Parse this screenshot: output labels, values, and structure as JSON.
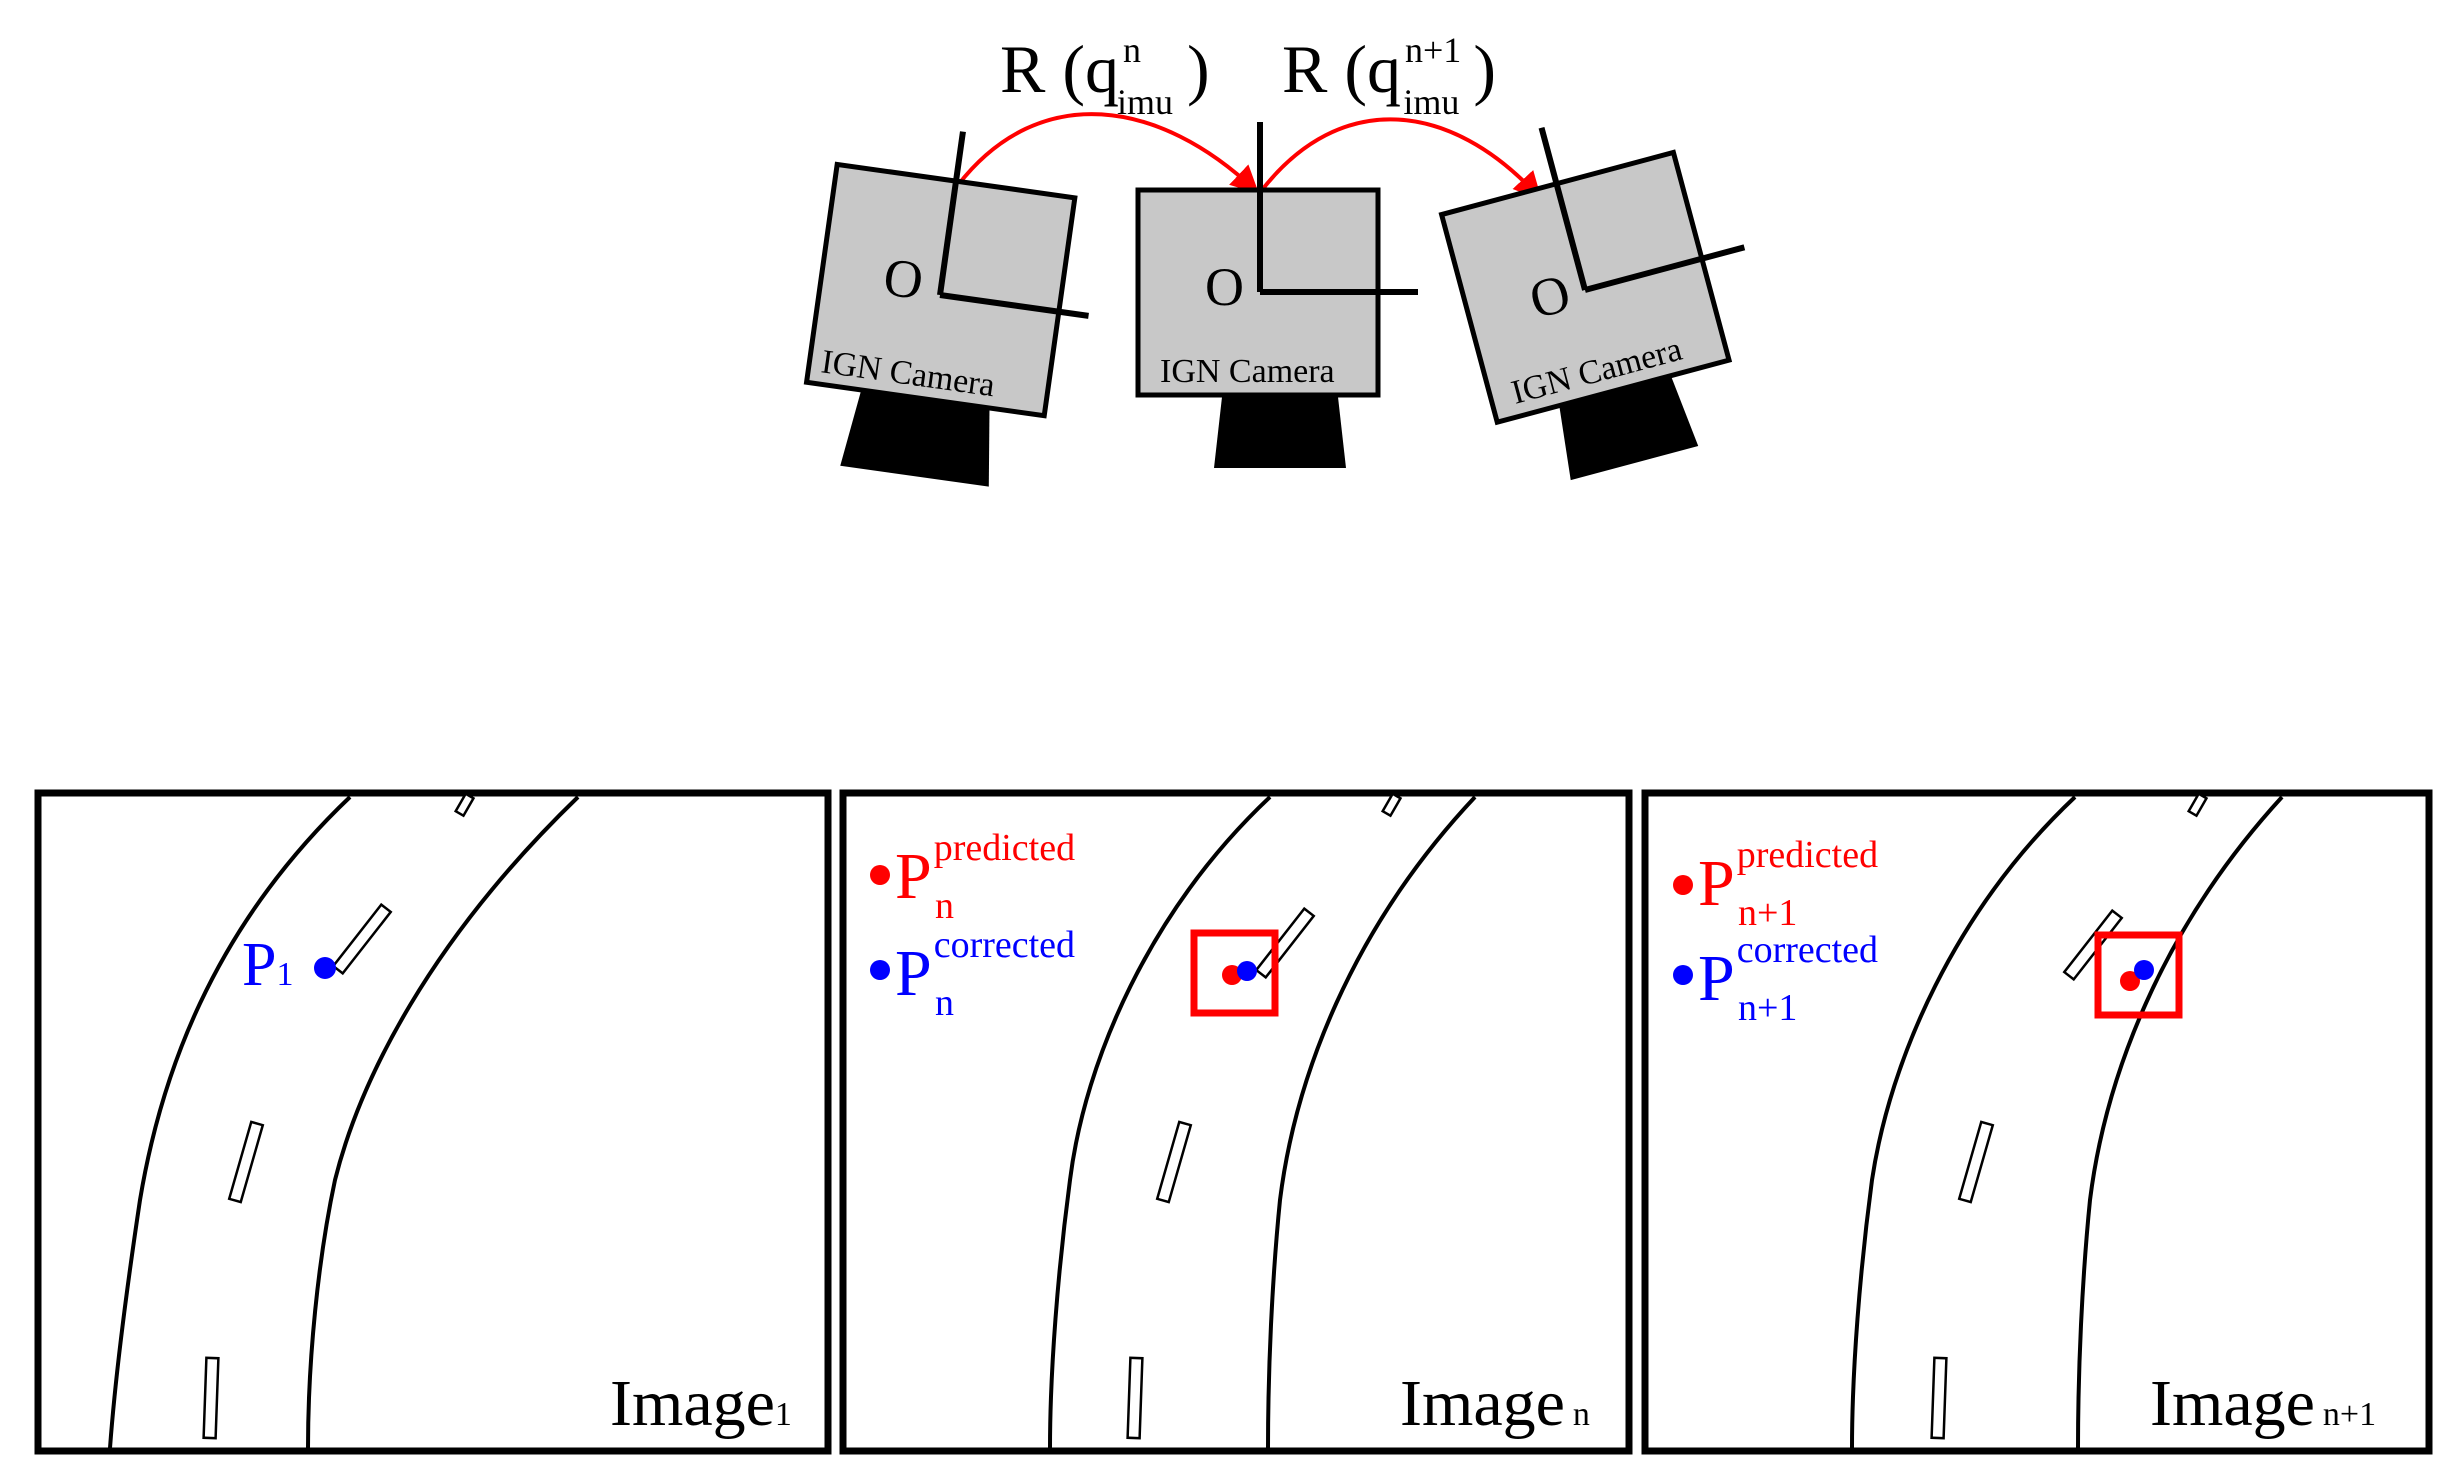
{
  "rotations": [
    {
      "base": "R (q",
      "sup": "n",
      "sub": "imu",
      "close": ")"
    },
    {
      "base": "R (q",
      "sup": "n+1",
      "sub": "imu",
      "close": ")"
    }
  ],
  "cameras": [
    {
      "origin_label": "O",
      "name": "IGN Camera",
      "rotation_deg": 8
    },
    {
      "origin_label": "O",
      "name": "IGN Camera",
      "rotation_deg": 0
    },
    {
      "origin_label": "O",
      "name": "IGN Camera",
      "rotation_deg": -15
    }
  ],
  "panels": [
    {
      "title": "Image",
      "title_sub": "1",
      "point": {
        "label": "P",
        "sub": "1"
      }
    },
    {
      "title": "Image",
      "title_sub": "n",
      "legend": [
        {
          "base": "P",
          "sup": "predicted",
          "sub": "n"
        },
        {
          "base": "P",
          "sup": "corrected",
          "sub": "n"
        }
      ]
    },
    {
      "title": "Image",
      "title_sub": "n+1",
      "legend": [
        {
          "base": "P",
          "sup": "predicted",
          "sub": "n+1"
        },
        {
          "base": "P",
          "sup": "corrected",
          "sub": "n+1"
        }
      ]
    }
  ],
  "colors": {
    "predicted": "#ff0000",
    "corrected": "#0000ff",
    "arrow": "#ff0000",
    "camera_body": "#c8c8c8",
    "outline": "#000000"
  }
}
